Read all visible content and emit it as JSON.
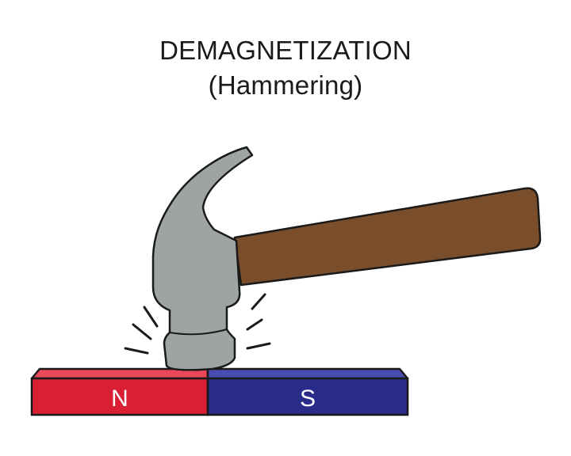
{
  "title": {
    "line1": "DEMAGNETIZATION",
    "line2": "(Hammering)"
  },
  "magnet": {
    "north_label": "N",
    "south_label": "S",
    "north_color": "#d81f33",
    "north_top_color": "#e8485a",
    "south_color": "#2a2c8a",
    "south_top_color": "#4a4db0",
    "outline_color": "#1a1a1a",
    "label_color": "#ffffff"
  },
  "hammer": {
    "head_color": "#9ea3a4",
    "handle_color": "#7a4e2a",
    "outline_color": "#1a1a1a"
  },
  "impact_lines_color": "#1a1a1a"
}
